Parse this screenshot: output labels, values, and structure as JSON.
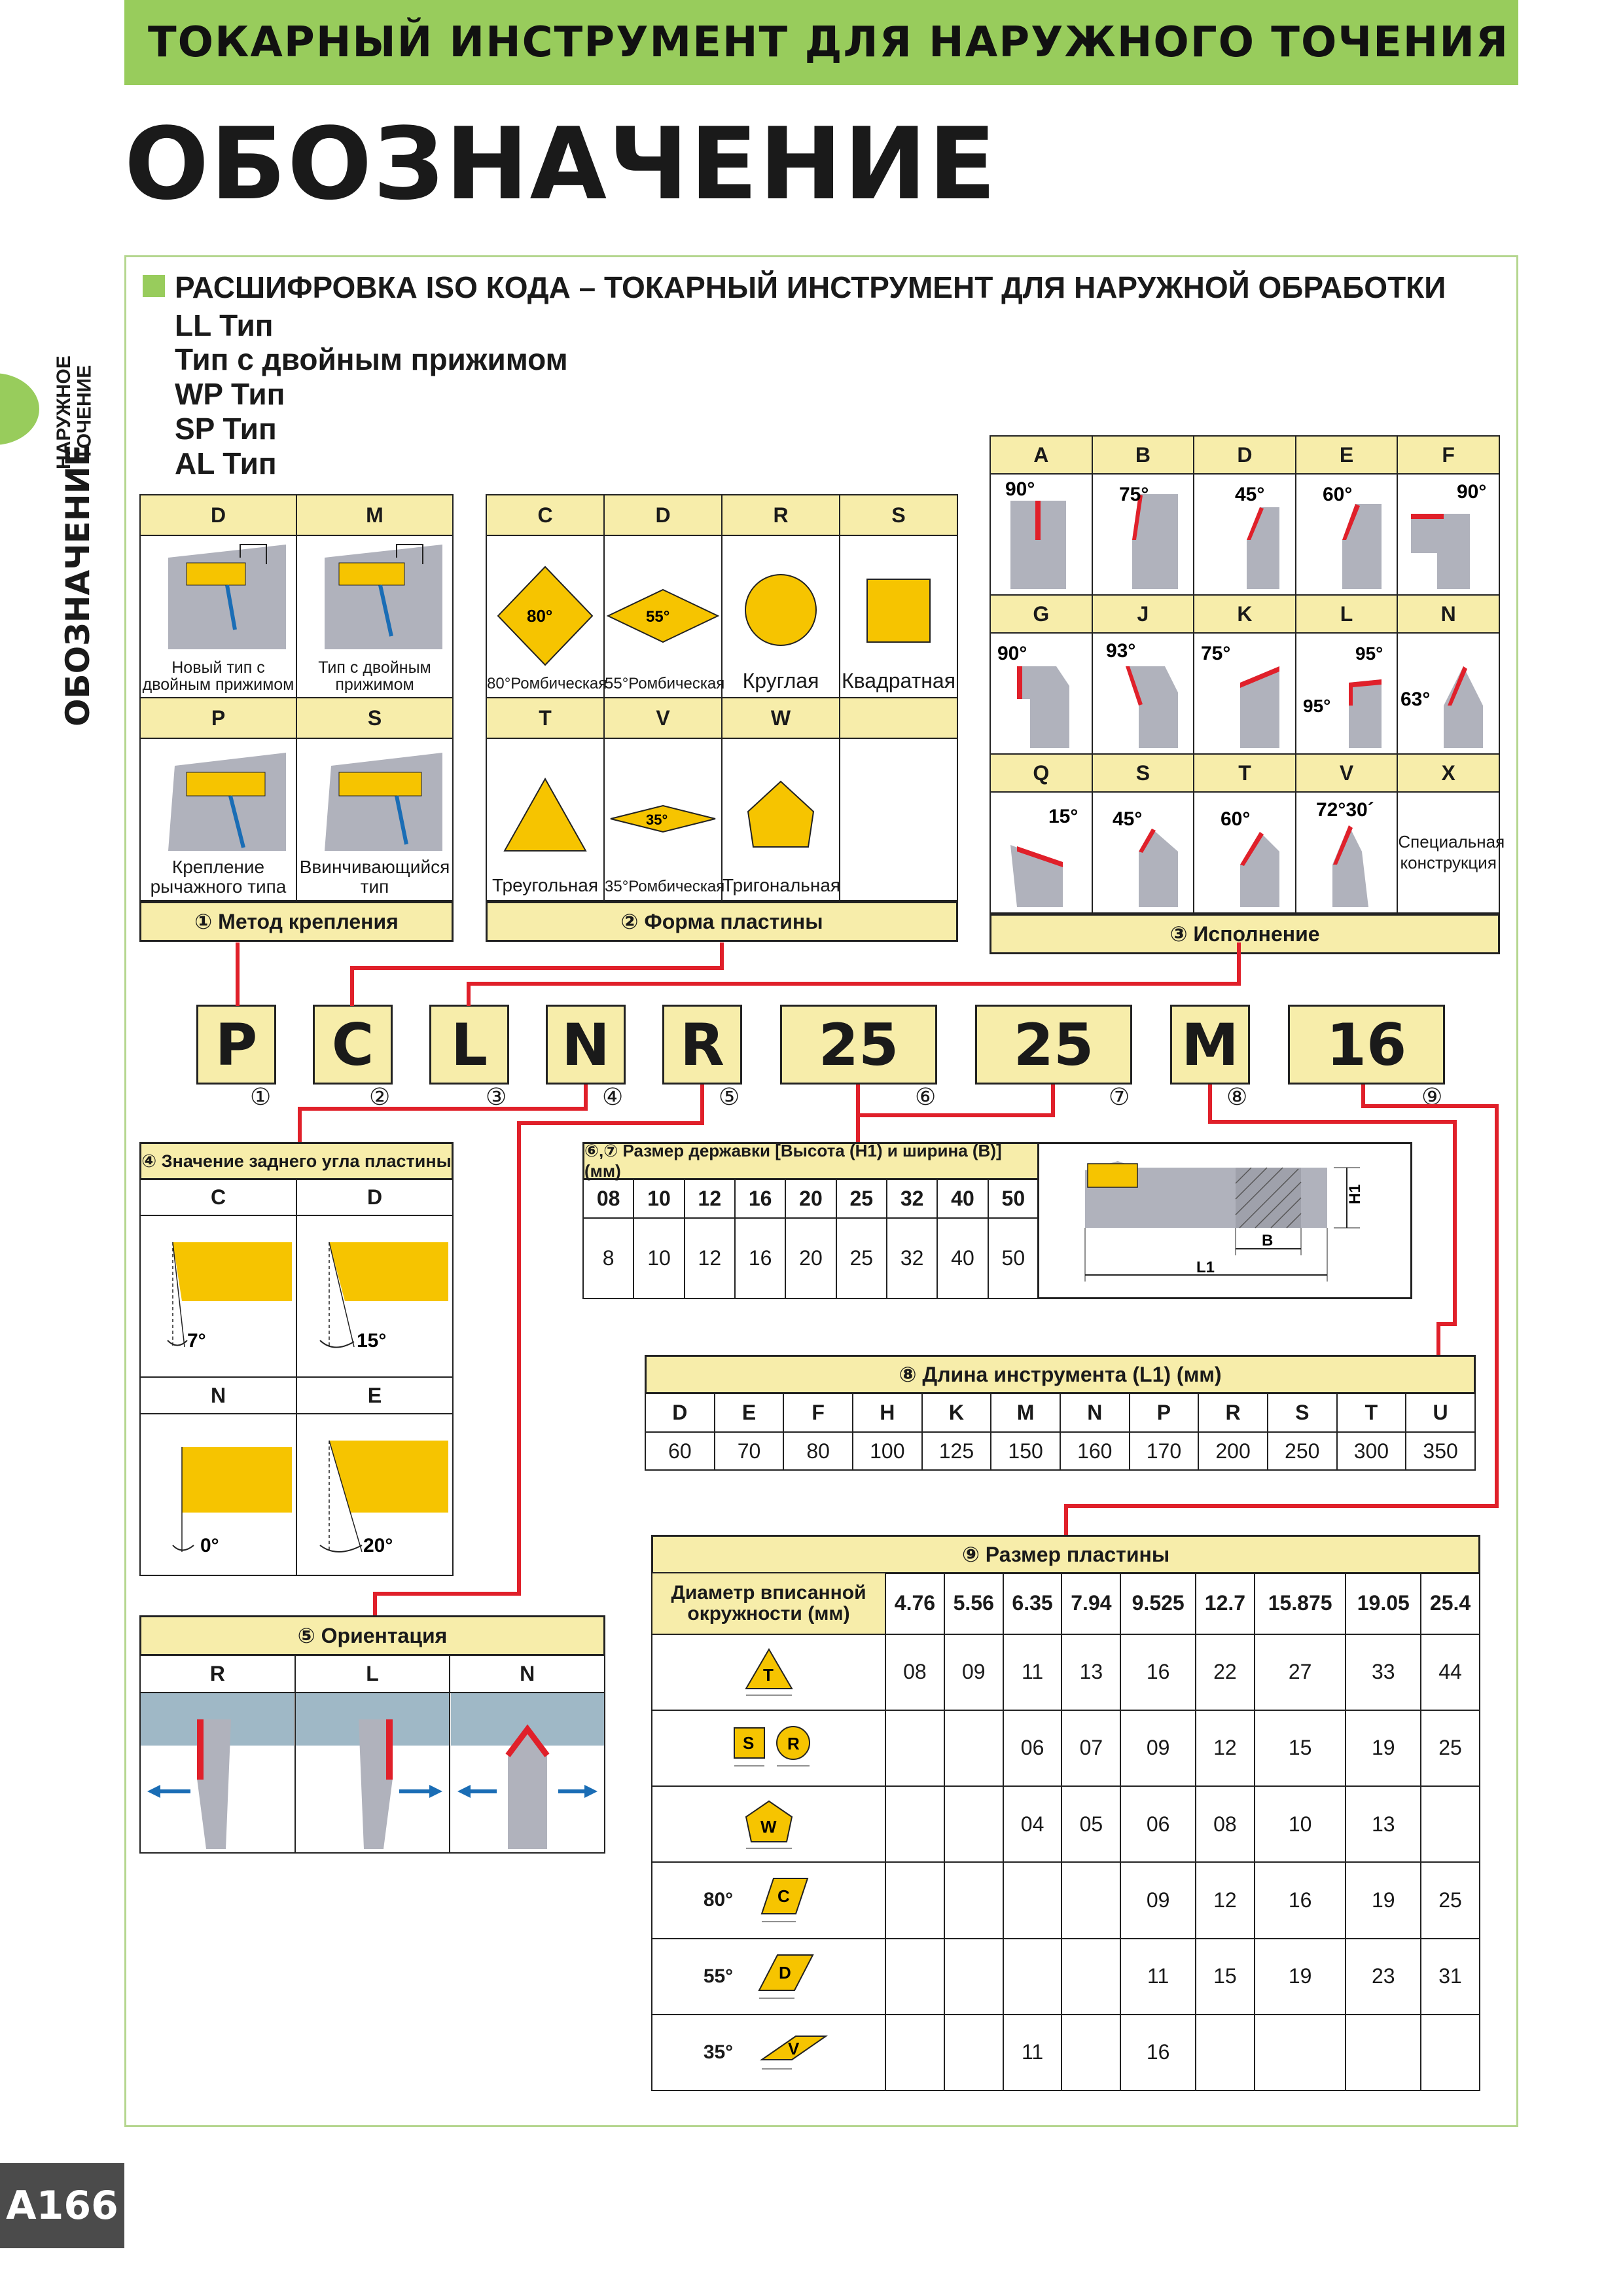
{
  "header": {
    "title": "ТОКАРНЫЙ ИНСТРУМЕНТ ДЛЯ НАРУЖНОГО ТОЧЕНИЯ",
    "big_title": "ОБОЗНАЧЕНИЕ"
  },
  "side": {
    "top": "НАРУЖНОЕ ТОЧЕНИЕ",
    "main": "ОБОЗНАЧЕНИЕ"
  },
  "iso": {
    "title": "РАСШИФРОВКА ISO КОДА – ТОКАРНЫЙ ИНСТРУМЕНТ ДЛЯ НАРУЖНОЙ ОБРАБОТКИ",
    "types": [
      "LL Тип",
      "Тип с двойным прижимом",
      "WP Тип",
      "SP Тип",
      "AL Тип"
    ]
  },
  "clamp": {
    "title": "① Метод крепления",
    "cells": [
      {
        "code": "D",
        "label": "Новый тип с двойным прижимом"
      },
      {
        "code": "M",
        "label": "Тип с двойным прижимом"
      },
      {
        "code": "P",
        "label": "Крепление рычажного типа"
      },
      {
        "code": "S",
        "label": "Ввинчивающийся тип"
      }
    ]
  },
  "shape": {
    "title": "② Форма пластины",
    "cells": [
      {
        "code": "C",
        "label": "80°Ромбическая",
        "angle": "80°"
      },
      {
        "code": "D",
        "label": "55°Ромбическая",
        "angle": "55°"
      },
      {
        "code": "R",
        "label": "Круглая"
      },
      {
        "code": "S",
        "label": "Квадратная"
      },
      {
        "code": "T",
        "label": "Треугольная"
      },
      {
        "code": "V",
        "label": "35°Ромбическая",
        "angle": "35°"
      },
      {
        "code": "W",
        "label": "Тригональная"
      },
      {
        "code": "",
        "label": ""
      }
    ]
  },
  "style": {
    "title": "③ Исполнение",
    "cells": [
      {
        "code": "A",
        "angle": "90°"
      },
      {
        "code": "B",
        "angle": "75°"
      },
      {
        "code": "D",
        "angle": "45°"
      },
      {
        "code": "E",
        "angle": "60°"
      },
      {
        "code": "F",
        "angle": "90°"
      },
      {
        "code": "G",
        "angle": "90°"
      },
      {
        "code": "J",
        "angle": "93°"
      },
      {
        "code": "K",
        "angle": "75°"
      },
      {
        "code": "L",
        "angle": "95°",
        "angle2": "95°"
      },
      {
        "code": "N",
        "angle": "63°"
      },
      {
        "code": "Q",
        "angle": "15°"
      },
      {
        "code": "S",
        "angle": "45°"
      },
      {
        "code": "T",
        "angle": "60°"
      },
      {
        "code": "V",
        "angle": "72°30´"
      },
      {
        "code": "X",
        "label": "Специальная конструкция"
      }
    ]
  },
  "code": {
    "letters": [
      "P",
      "C",
      "L",
      "N",
      "R",
      "25",
      "25",
      "M",
      "16"
    ],
    "nums": [
      "①",
      "②",
      "③",
      "④",
      "⑤",
      "⑥",
      "⑦",
      "⑧",
      "⑨"
    ]
  },
  "relief": {
    "title": "④ Значение заднего угла пластины",
    "cells": [
      {
        "code": "C",
        "angle": "7°"
      },
      {
        "code": "D",
        "angle": "15°"
      },
      {
        "code": "N",
        "angle": "0°"
      },
      {
        "code": "E",
        "angle": "20°"
      }
    ]
  },
  "shank": {
    "title": "⑥,⑦ Размер державки [Высота (H1) и ширина (B)] (мм)",
    "codes": [
      "08",
      "10",
      "12",
      "16",
      "20",
      "25",
      "32",
      "40",
      "50"
    ],
    "values": [
      "8",
      "10",
      "12",
      "16",
      "20",
      "25",
      "32",
      "40",
      "50"
    ],
    "h1": "H1",
    "b": "B",
    "l1": "L1"
  },
  "length": {
    "title": "⑧ Длина инструмента (L1) (мм)",
    "codes": [
      "D",
      "E",
      "F",
      "H",
      "K",
      "M",
      "N",
      "P",
      "R",
      "S",
      "T",
      "U"
    ],
    "values": [
      "60",
      "70",
      "80",
      "100",
      "125",
      "150",
      "160",
      "170",
      "200",
      "250",
      "300",
      "350"
    ]
  },
  "orient": {
    "title": "⑤ Ориентация",
    "cells": [
      "R",
      "L",
      "N"
    ]
  },
  "isize": {
    "title": "⑨ Размер пластины",
    "header_label": "Диаметр вписанной окружности (мм)",
    "cols": [
      "4.76",
      "5.56",
      "6.35",
      "7.94",
      "9.525",
      "12.7",
      "15.875",
      "19.05",
      "25.4"
    ],
    "rows": [
      {
        "shape": "T",
        "angle": "",
        "vals": [
          "08",
          "09",
          "11",
          "13",
          "16",
          "22",
          "27",
          "33",
          "44"
        ]
      },
      {
        "shape": "S R",
        "angle": "",
        "vals": [
          "",
          "",
          "06",
          "07",
          "09",
          "12",
          "15",
          "19",
          "25"
        ]
      },
      {
        "shape": "W",
        "angle": "",
        "vals": [
          "",
          "",
          "04",
          "05",
          "06",
          "08",
          "10",
          "13",
          ""
        ]
      },
      {
        "shape": "C",
        "angle": "80°",
        "vals": [
          "",
          "",
          "",
          "",
          "09",
          "12",
          "16",
          "19",
          "25"
        ]
      },
      {
        "shape": "D",
        "angle": "55°",
        "vals": [
          "",
          "",
          "",
          "",
          "11",
          "15",
          "19",
          "23",
          "31"
        ]
      },
      {
        "shape": "V",
        "angle": "35°",
        "vals": [
          "",
          "",
          "11",
          "",
          "16",
          "",
          "",
          "",
          ""
        ]
      }
    ]
  },
  "page": {
    "number": "A166"
  }
}
